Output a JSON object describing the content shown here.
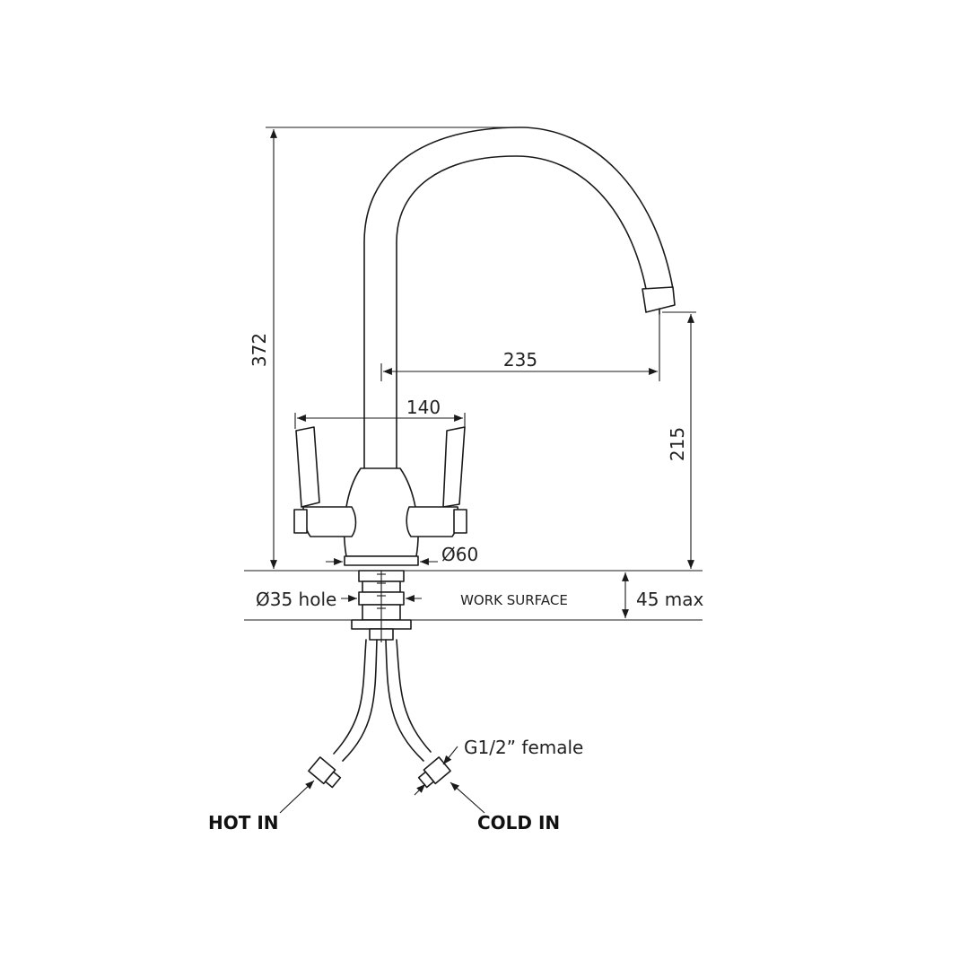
{
  "dimensions": {
    "overall_height": "372",
    "spout_reach": "235",
    "lever_span": "140",
    "spout_clearance": "215",
    "base_diameter": "Ø60",
    "hole_diameter": "Ø35 hole",
    "surface_thickness": "45 max"
  },
  "labels": {
    "work_surface": "WORK SURFACE",
    "connector": "G1/2” female",
    "hot_inlet": "HOT IN",
    "cold_inlet": "COLD IN"
  },
  "colors": {
    "line": "#1a1a1a",
    "background": "#ffffff"
  }
}
